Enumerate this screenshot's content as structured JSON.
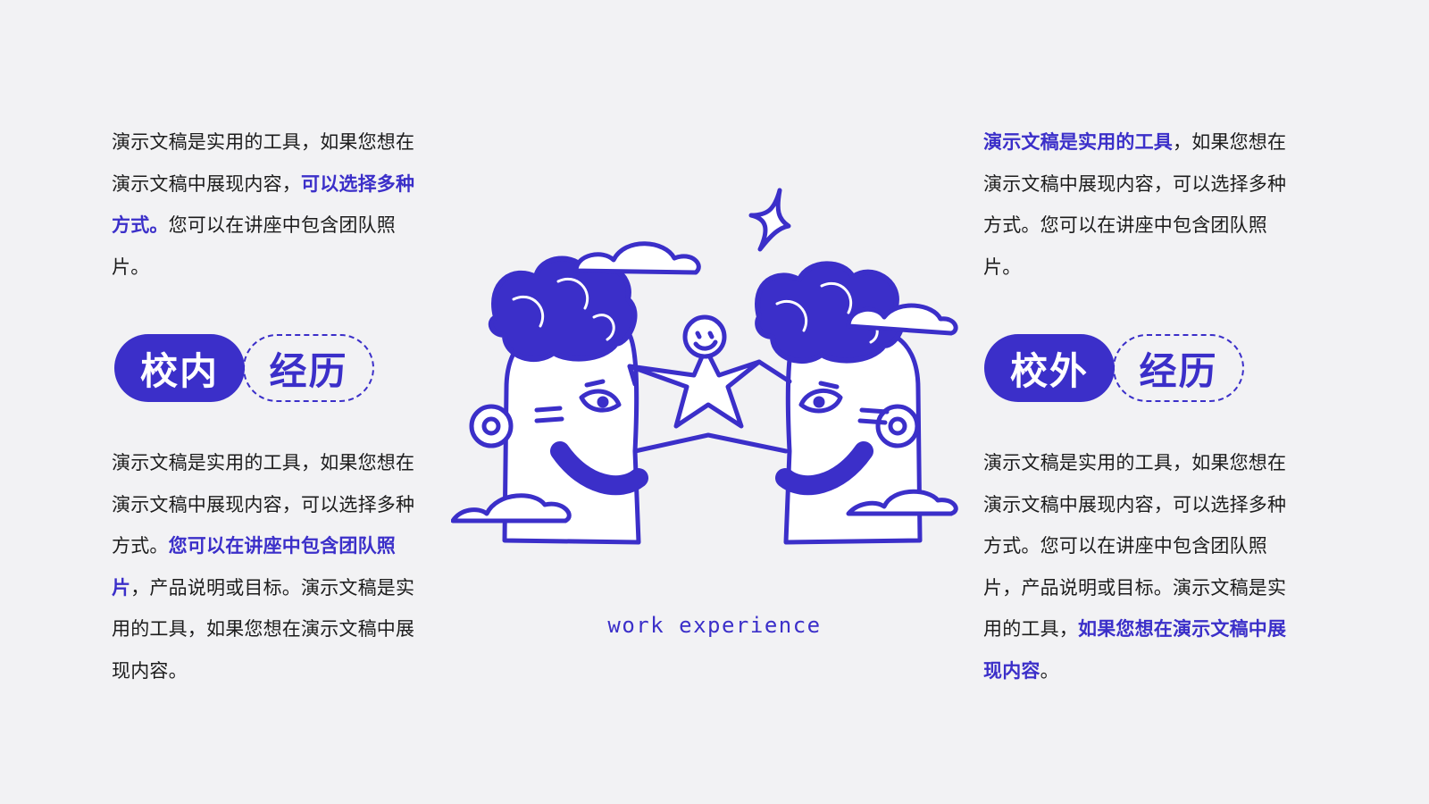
{
  "colors": {
    "accent": "#3b2fc9",
    "background": "#f2f2f4",
    "text": "#1c1c1c"
  },
  "left": {
    "top_para": {
      "a": "演示文稿是实用的工具，如果您想在演示文稿中展现内容，",
      "b": "可以选择多种方式。",
      "c": "您可以在讲座中包含团队照片。"
    },
    "badge": {
      "solid": "校内",
      "outline": "经历"
    },
    "bottom_para": {
      "a": "演示文稿是实用的工具，如果您想在演示文稿中展现内容，可以选择多种方式。",
      "b": "您可以在讲座中包含团队照片",
      "c": "，产品说明或目标。演示文稿是实用的工具，如果您想在演示文稿中展现内容。"
    }
  },
  "right": {
    "top_para": {
      "a": "演示文稿是实用的工具",
      "b": "，如果您想在演示文稿中展现内容，可以选择多种方式。您可以在讲座中包含团队照片。"
    },
    "badge": {
      "solid": "校外",
      "outline": "经历"
    },
    "bottom_para": {
      "a": "演示文稿是实用的工具，如果您想在演示文稿中展现内容，可以选择多种方式。您可以在讲座中包含团队照片，产品说明或目标。演示文稿是实用的工具，",
      "b": "如果您想在演示文稿中展现内容",
      "c": "。"
    }
  },
  "illustration": {
    "caption": "work experience",
    "icon": "two-friends-holding-star-illustration"
  }
}
